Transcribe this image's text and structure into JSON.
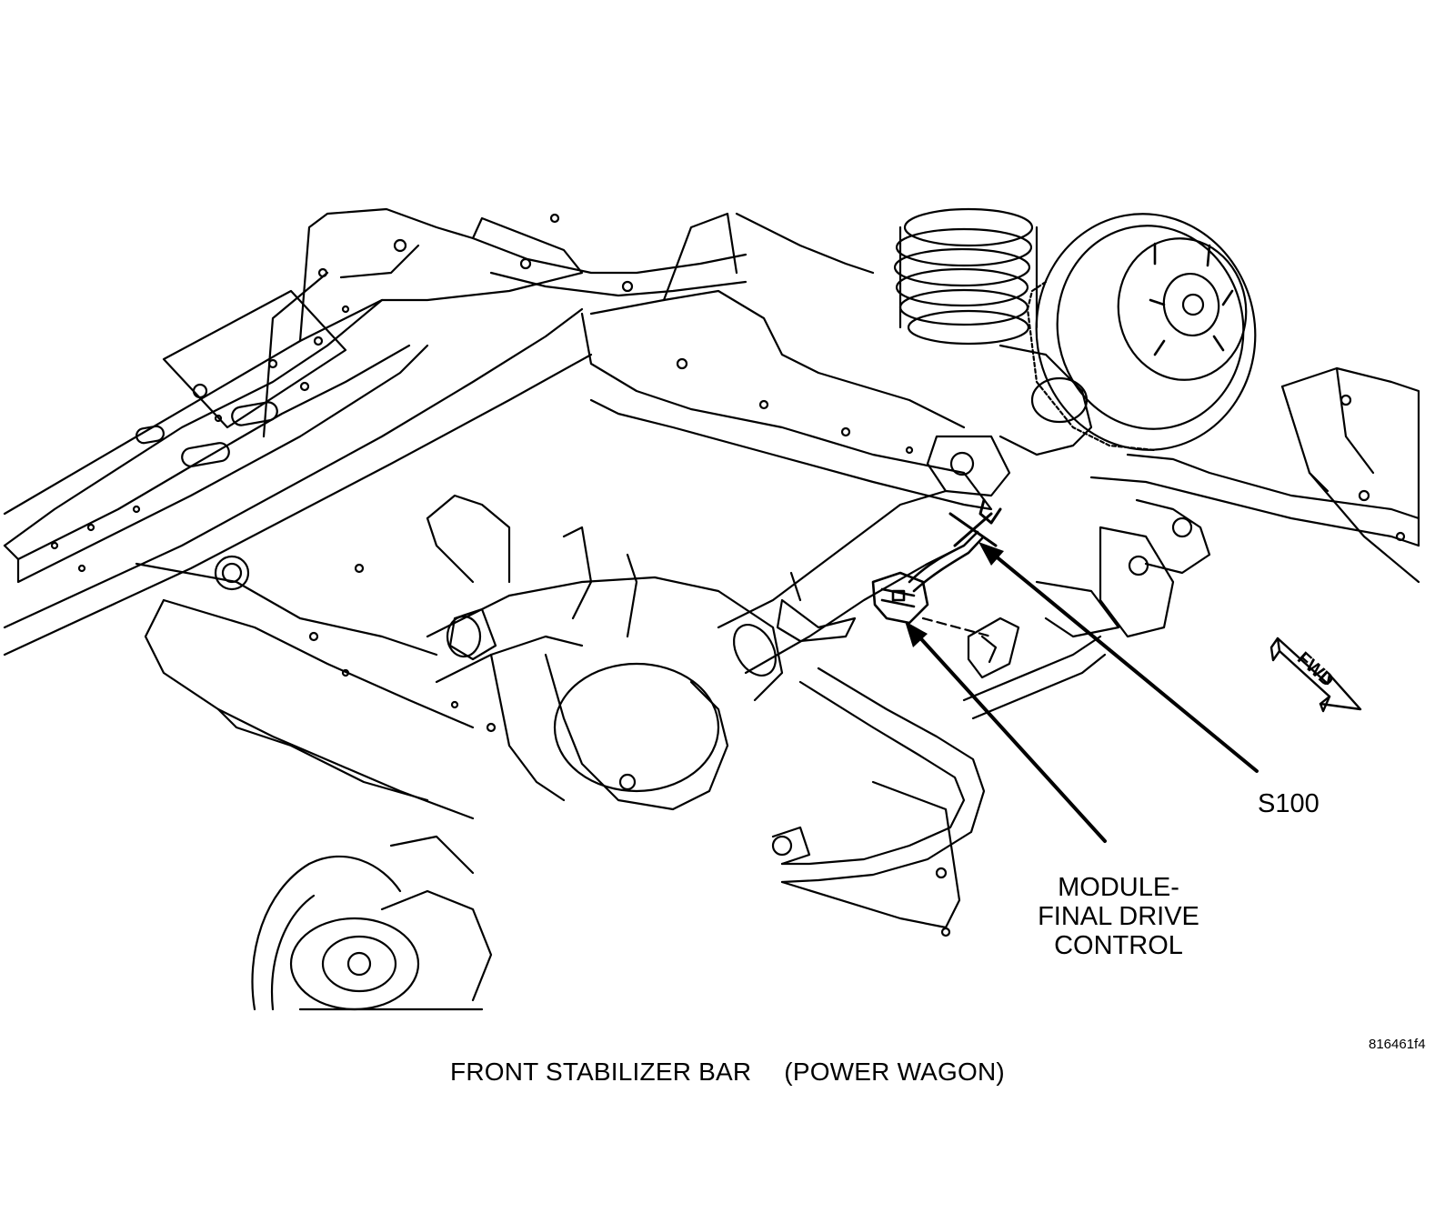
{
  "callouts": {
    "splice": "S100",
    "module_line1": "MODULE-",
    "module_line2": "FINAL DRIVE",
    "module_line3": "CONTROL"
  },
  "direction_indicator": "FWD",
  "figure_id": "816461f4",
  "caption": {
    "part": "FRONT STABILIZER BAR",
    "variant": "(POWER WAGON)"
  },
  "colors": {
    "line": "#000000",
    "background": "#ffffff"
  }
}
